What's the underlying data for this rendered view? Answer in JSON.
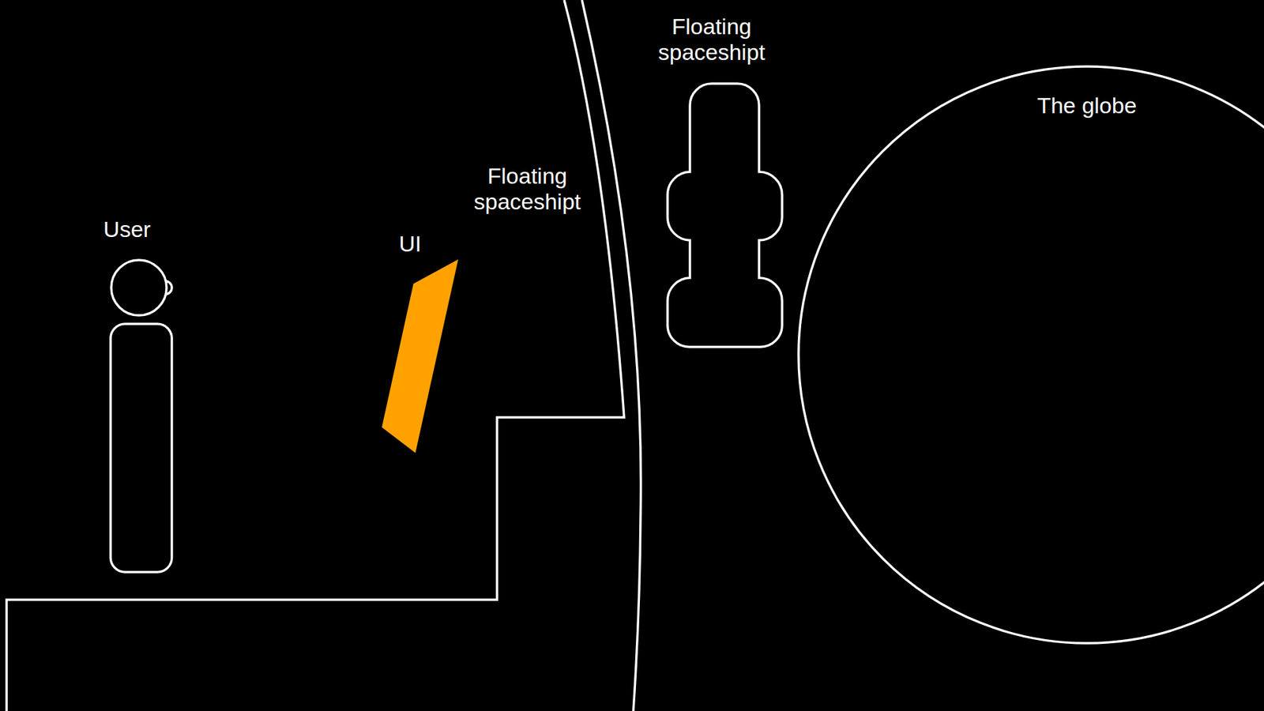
{
  "diagram": {
    "nodes": [
      {
        "text": [
          "User"
        ]
      },
      {
        "text": [
          "UI"
        ]
      },
      {
        "text": [
          "Floating spaceshipt"
        ]
      },
      {
        "text": [
          "The globe"
        ]
      }
    ],
    "labels": [
      "Floating spaceshipt"
    ]
  }
}
